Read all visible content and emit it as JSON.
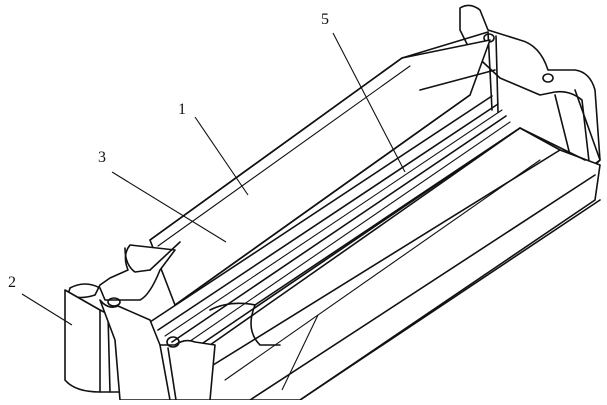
{
  "diagram": {
    "callouts": [
      {
        "id": "1",
        "label": "1"
      },
      {
        "id": "2",
        "label": "2"
      },
      {
        "id": "3",
        "label": "3"
      },
      {
        "id": "5",
        "label": "5"
      }
    ]
  }
}
